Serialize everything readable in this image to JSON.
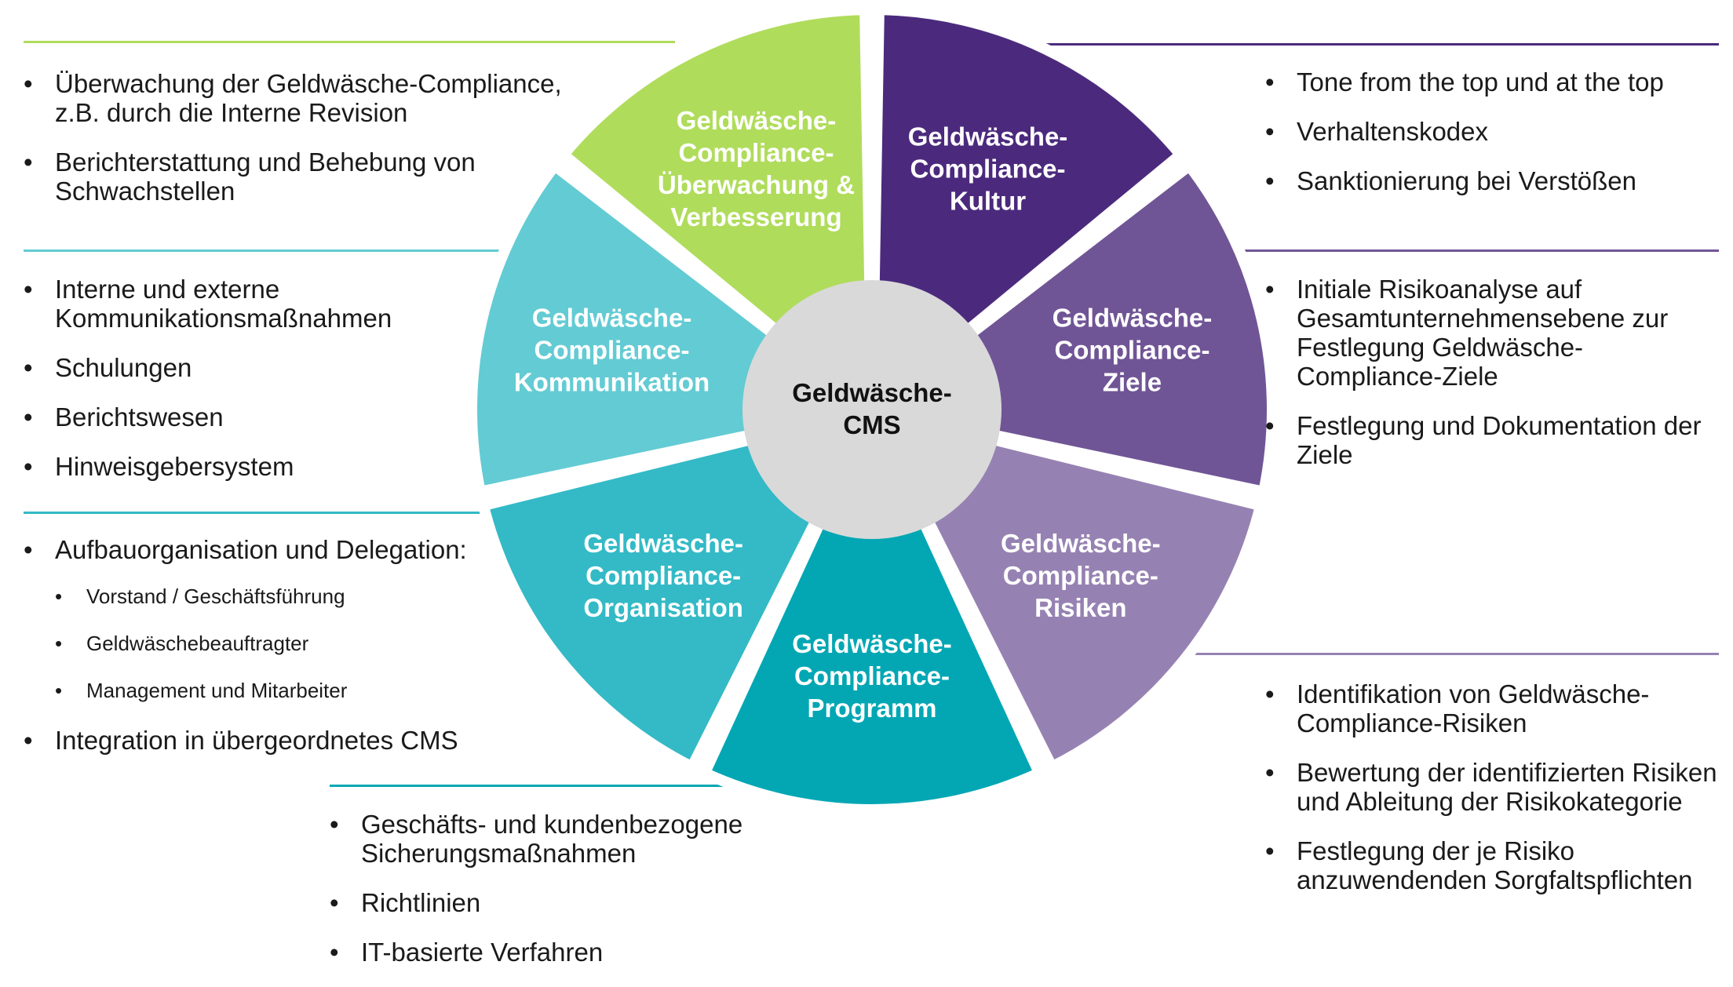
{
  "center": {
    "line1": "Geldwäsche-",
    "line2": "CMS"
  },
  "segments": [
    {
      "id": "kultur",
      "color": "#4b2a7d",
      "lines": [
        "Geldwäsche-",
        "Compliance-",
        "Kultur"
      ]
    },
    {
      "id": "ziele",
      "color": "#705596",
      "lines": [
        "Geldwäsche-",
        "Compliance-",
        "Ziele"
      ]
    },
    {
      "id": "risiken",
      "color": "#9682b2",
      "lines": [
        "Geldwäsche-",
        "Compliance-",
        "Risiken"
      ]
    },
    {
      "id": "programm",
      "color": "#03a7b4",
      "lines": [
        "Geldwäsche-",
        "Compliance-",
        "Programm"
      ]
    },
    {
      "id": "organisation",
      "color": "#33bac6",
      "lines": [
        "Geldwäsche-",
        "Compliance-",
        "Organisation"
      ]
    },
    {
      "id": "kommunikation",
      "color": "#63cbd3",
      "lines": [
        "Geldwäsche-",
        "Compliance-",
        "Kommunikation"
      ]
    },
    {
      "id": "ueberwachung",
      "color": "#b0dc5c",
      "lines": [
        "Geldwäsche-",
        "Compliance-",
        "Überwachung &",
        "Verbesserung"
      ]
    }
  ],
  "lists": {
    "ueberwachung": [
      "Überwachung der Geldwäsche-Compliance, z.B. durch die Interne Revision",
      "Berichterstattung und Behebung von Schwachstellen"
    ],
    "kommunikation": [
      "Interne und externe Kommunikationsmaßnahmen",
      "Schulungen",
      "Berichtswesen",
      "Hinweisgebersystem"
    ],
    "organisation": {
      "main": "Aufbauorganisation und Delegation:",
      "subs": [
        "Vorstand / Geschäftsführung",
        "Geldwäschebeauftragter",
        "Management und Mitarbeiter"
      ],
      "last": "Integration in übergeordnetes CMS"
    },
    "programm": [
      "Geschäfts- und kundenbezogene Sicherungsmaßnahmen",
      "Richtlinien",
      "IT-basierte Verfahren"
    ],
    "kultur": [
      "Tone from the top und at the top",
      "Verhaltenskodex",
      "Sanktionierung bei Verstößen"
    ],
    "ziele": [
      "Initiale Risikoanalyse auf Gesamtunternehmensebene zur Festlegung Geldwäsche-Compliance-Ziele",
      "Festlegung und Dokumentation der Ziele"
    ],
    "risiken": [
      "Identifikation von Geldwäsche-Compliance-Risiken",
      "Bewertung der identifizierten Risiken und Ableitung der Risikokategorie",
      "Festlegung der je Risiko anzuwendenden Sorgfaltspflichten"
    ]
  }
}
